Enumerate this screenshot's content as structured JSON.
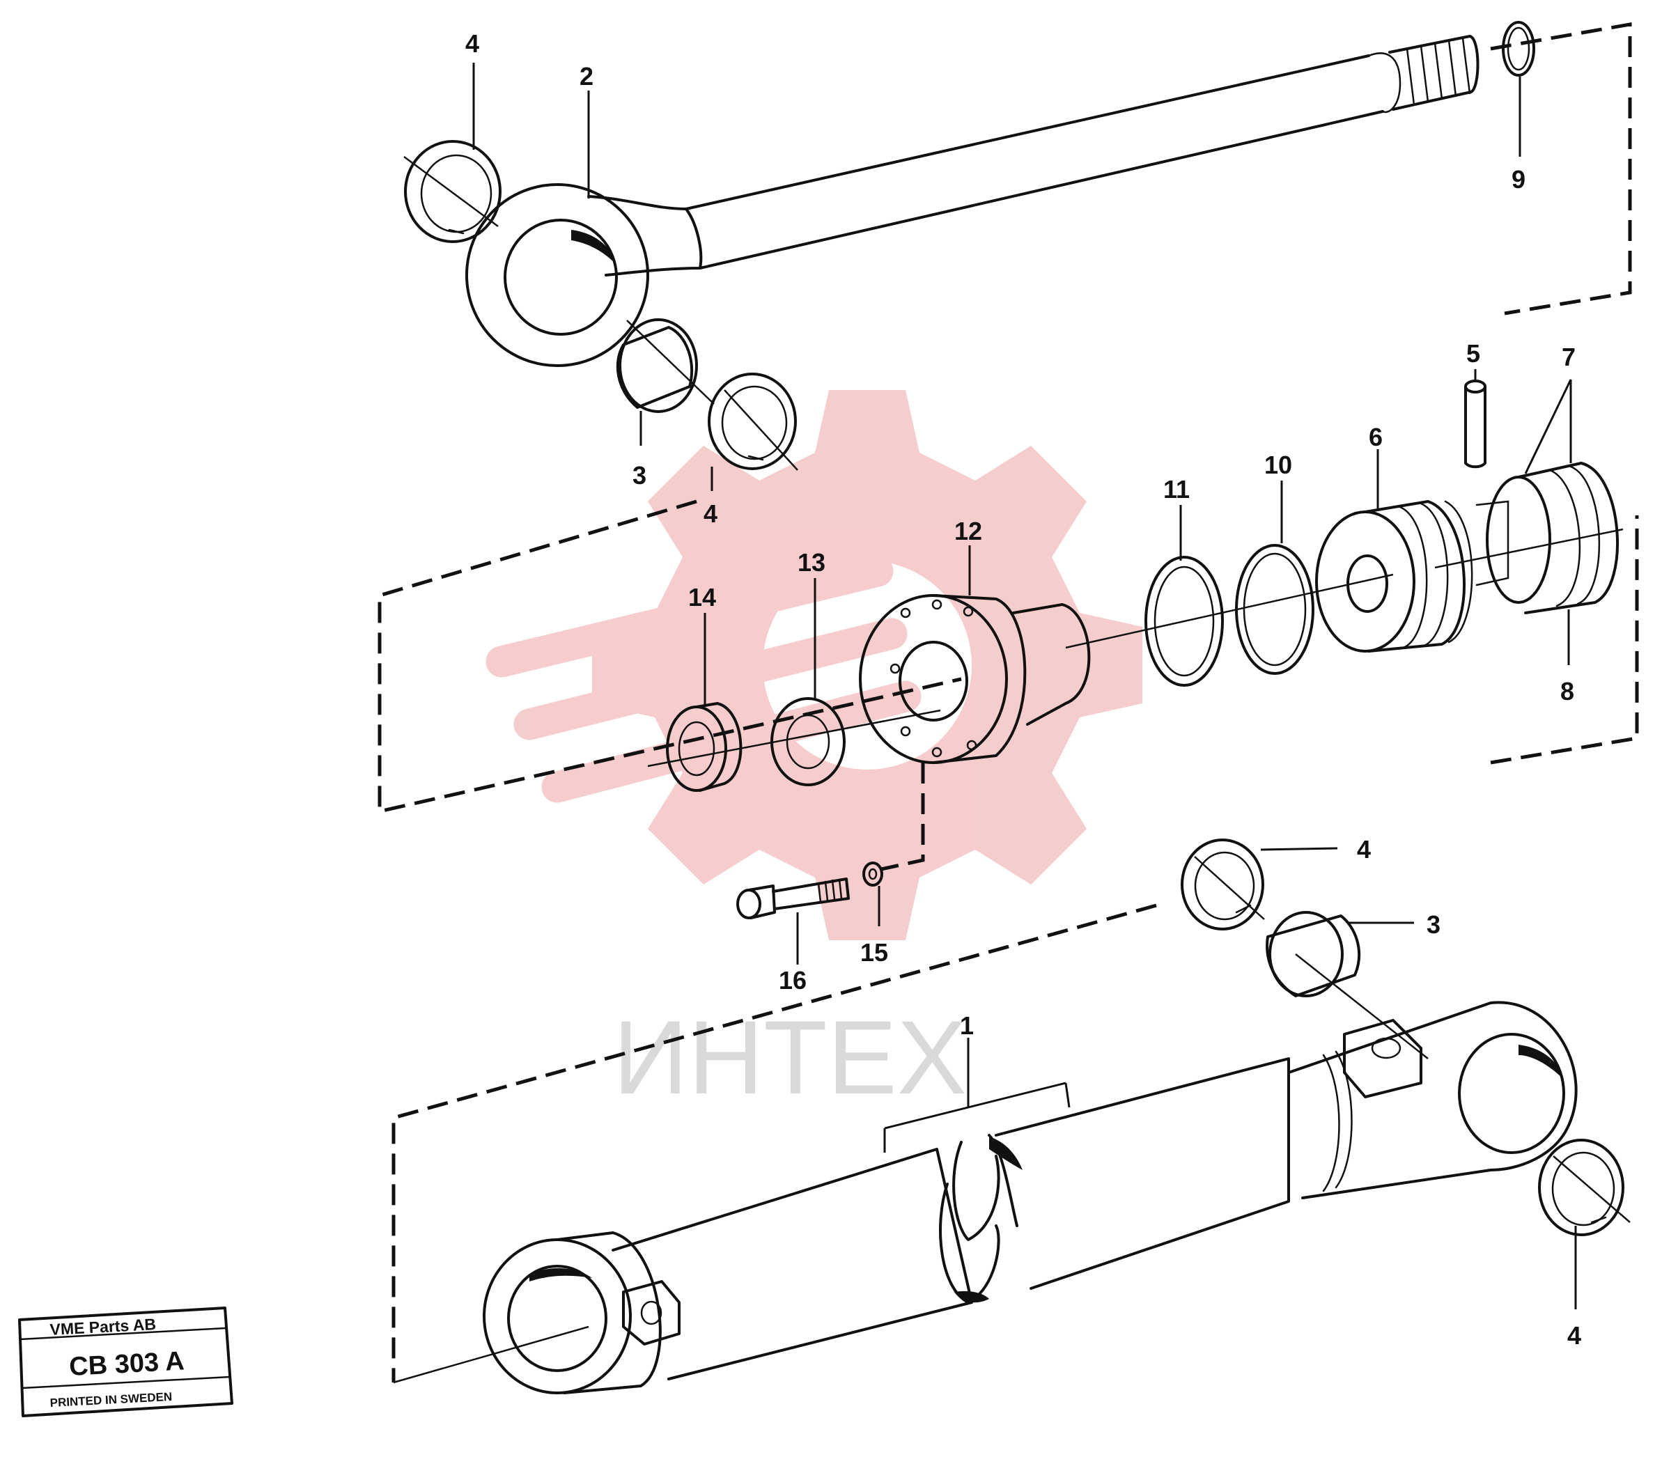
{
  "diagram": {
    "callouts": [
      {
        "id": "c4a",
        "text": "4"
      },
      {
        "id": "c2",
        "text": "2"
      },
      {
        "id": "c9",
        "text": "9"
      },
      {
        "id": "c3a",
        "text": "3"
      },
      {
        "id": "c4b",
        "text": "4"
      },
      {
        "id": "c5",
        "text": "5"
      },
      {
        "id": "c7",
        "text": "7"
      },
      {
        "id": "c6",
        "text": "6"
      },
      {
        "id": "c10",
        "text": "10"
      },
      {
        "id": "c11",
        "text": "11"
      },
      {
        "id": "c12",
        "text": "12"
      },
      {
        "id": "c13",
        "text": "13"
      },
      {
        "id": "c14",
        "text": "14"
      },
      {
        "id": "c8",
        "text": "8"
      },
      {
        "id": "c4c",
        "text": "4"
      },
      {
        "id": "c3b",
        "text": "3"
      },
      {
        "id": "c16",
        "text": "16"
      },
      {
        "id": "c15",
        "text": "15"
      },
      {
        "id": "c1",
        "text": "1"
      },
      {
        "id": "c4d",
        "text": "4"
      }
    ]
  },
  "stamp": {
    "company": "VME Parts AB",
    "code": "CB 303 A",
    "footer": "PRINTED IN SWEDEN"
  },
  "watermark": {
    "text": "ИНТЕХ",
    "gear_color": "#f5c4c4",
    "text_color": "#d9d9d9"
  }
}
